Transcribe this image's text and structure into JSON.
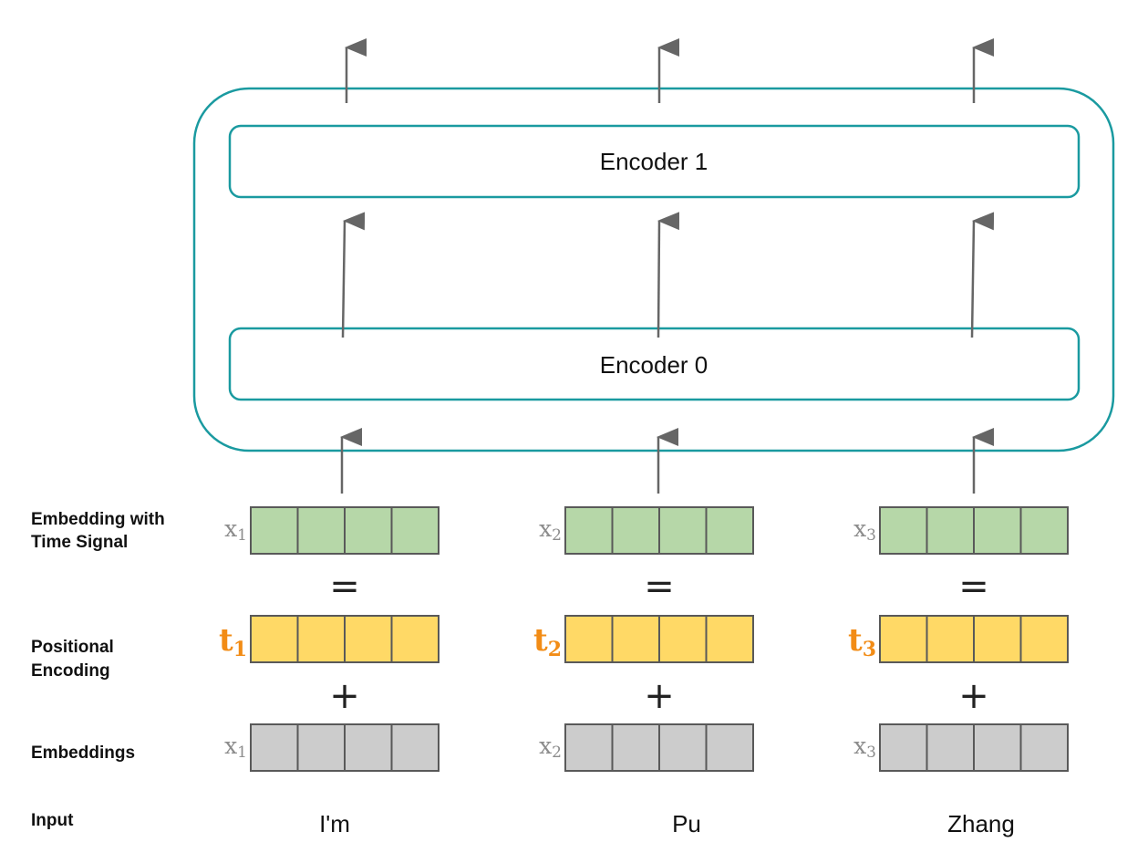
{
  "encoders": [
    {
      "label": "Encoder 1"
    },
    {
      "label": "Encoder 0"
    }
  ],
  "row_labels": {
    "embedding_with_time_line1": "Embedding with",
    "embedding_with_time_line2": "Time Signal",
    "positional_line1": "Positional",
    "positional_line2": "Encoding",
    "embeddings": "Embeddings",
    "input": "Input"
  },
  "columns": [
    {
      "word": "I'm",
      "x_var": "x",
      "x_sub": "1",
      "t_var": "t",
      "t_sub": "1"
    },
    {
      "word": "Pu",
      "x_var": "x",
      "x_sub": "2",
      "t_var": "t",
      "t_sub": "2"
    },
    {
      "word": "Zhang",
      "x_var": "x",
      "x_sub": "3",
      "t_var": "t",
      "t_sub": "3"
    }
  ],
  "operators": {
    "equals": "=",
    "plus": "+"
  },
  "colors": {
    "frame": "#1a9aa0",
    "arrow": "#666666",
    "embedding_time": "#b6d7a8",
    "positional": "#ffd966",
    "embedding": "#cccccc",
    "cell_border": "#595959",
    "accent_orange": "#f28c16",
    "var_gray": "#8c8c8c"
  }
}
